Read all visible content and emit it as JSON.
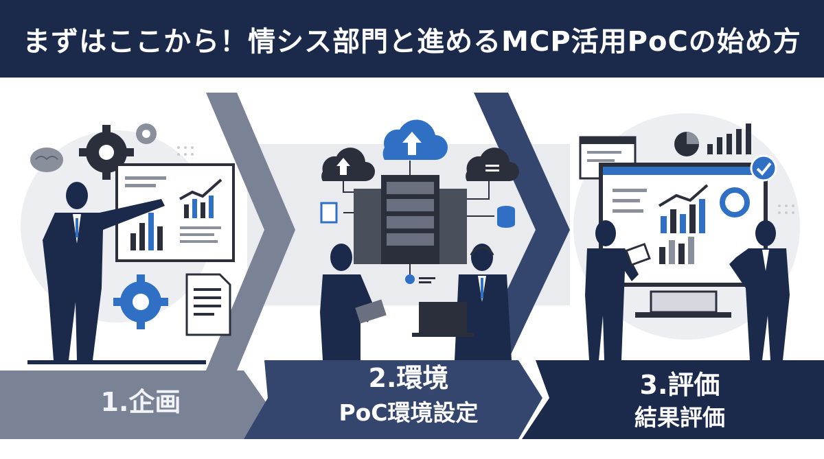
{
  "title": "まずはここから！情シス部門と進めるMCP活用PoCの始め方",
  "steps": [
    {
      "label": "1.企画",
      "sublabel": ""
    },
    {
      "label": "2.環境",
      "sublabel": "PoC環境設定"
    },
    {
      "label": "3.評価",
      "sublabel": "結果評価"
    }
  ],
  "colors": {
    "navy": "#1b2a4a",
    "step1_band": "#7a8296",
    "step2_band": "#34466e",
    "step3_band": "#1b2a4a",
    "accent_blue": "#2f6fc4",
    "light_gray": "#e6e8ec"
  }
}
